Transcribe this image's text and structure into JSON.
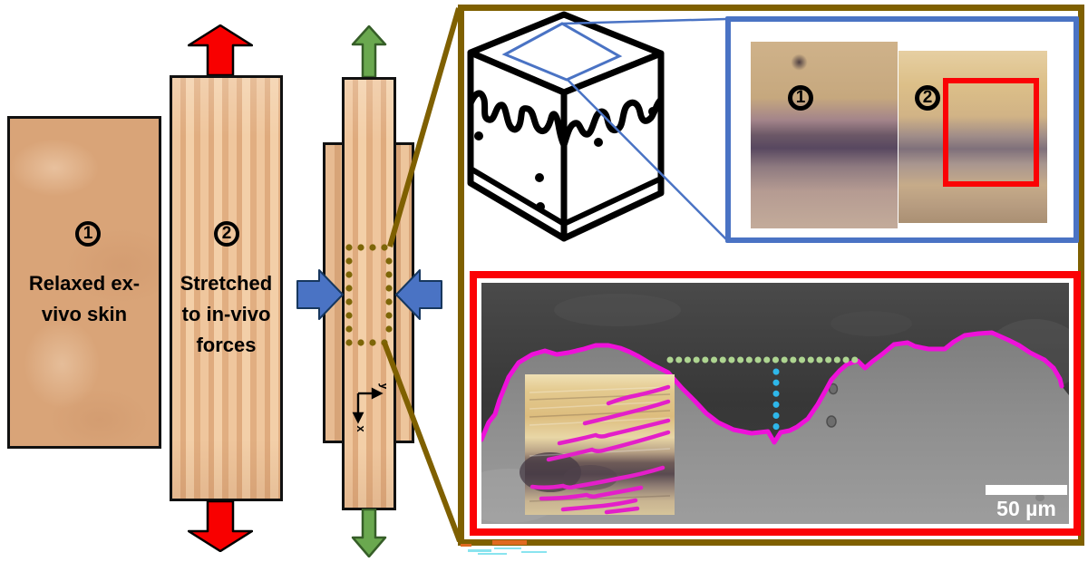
{
  "figure": {
    "left": {
      "sample1": {
        "number": "1",
        "line1": "Relaxed ex-",
        "line2": "vivo skin"
      },
      "sample2": {
        "number": "2",
        "line1": "Stretched",
        "line2": "to in-vivo",
        "line3": "forces"
      },
      "axes": {
        "x": "x",
        "y": "y"
      }
    },
    "right": {
      "micrograph_pair": {
        "label1": "1",
        "label2": "2"
      },
      "sem": {
        "scale_bar": "50 µm"
      }
    },
    "colors": {
      "skin": "#d9a478",
      "stretch_arrow_red": "#f80000",
      "native_tension_green": "#6aa84f",
      "compression_blue": "#4a73c4",
      "roi_olive": "#7d6608",
      "zoom_box_brown": "#7f6000",
      "micrograph_frame_blue": "#4a73c4",
      "sem_frame_red": "#fb0205",
      "surface_trace_magenta": "#ee11d9",
      "width_dots_green": "#aed591",
      "depth_dots_cyan": "#2eb7ea"
    }
  }
}
